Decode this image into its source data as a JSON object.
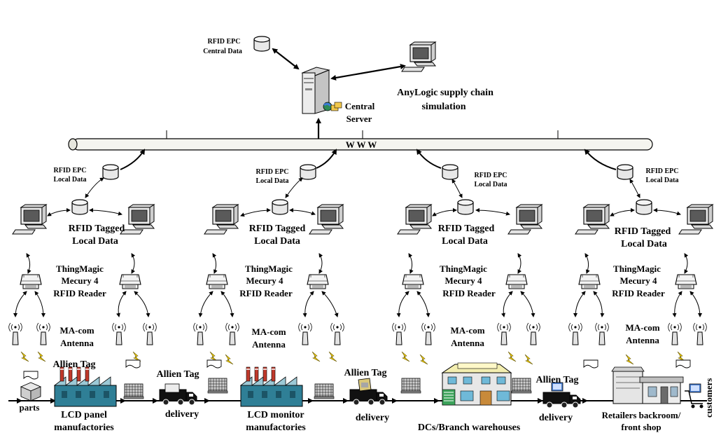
{
  "server": {
    "central_data_line1": "RFID EPC",
    "central_data_line2": "Central Data",
    "anylogic_line1": "AnyLogic supply chain",
    "anylogic_line2": "simulation",
    "central_server_line1": "Central",
    "central_server_line2": "Server"
  },
  "network": {
    "label": "W W W"
  },
  "local_data": {
    "line1": "RFID EPC",
    "line2": "Local Data"
  },
  "tagged_data": {
    "line1": "RFID Tagged",
    "line2": "Local Data"
  },
  "reader": {
    "line1": "ThingMagic",
    "line2": "Mecury 4",
    "line3": "RFID Reader"
  },
  "antenna": {
    "line1": "MA-com",
    "line2": "Antenna"
  },
  "tag": {
    "label": "Allien Tag"
  },
  "chain": {
    "parts": "parts",
    "lcd_panel_line1": "LCD panel",
    "lcd_panel_line2": "manufactories",
    "delivery": "delivery",
    "lcd_monitor_line1": "LCD monitor",
    "lcd_monitor_line2": "manufactories",
    "dcs": "DCs/Branch warehouses",
    "retail_line1": "Retailers backroom/",
    "retail_line2": "front shop",
    "customers": "customers"
  },
  "icons": [
    "server-icon",
    "database-icon",
    "computer-icon",
    "rfid-reader-icon",
    "antenna-icon",
    "rfid-tag-icon",
    "factory-icon",
    "truck-icon",
    "warehouse-icon",
    "shop-icon",
    "parts-box-icon",
    "pallet-icon",
    "shopping-cart-icon"
  ]
}
